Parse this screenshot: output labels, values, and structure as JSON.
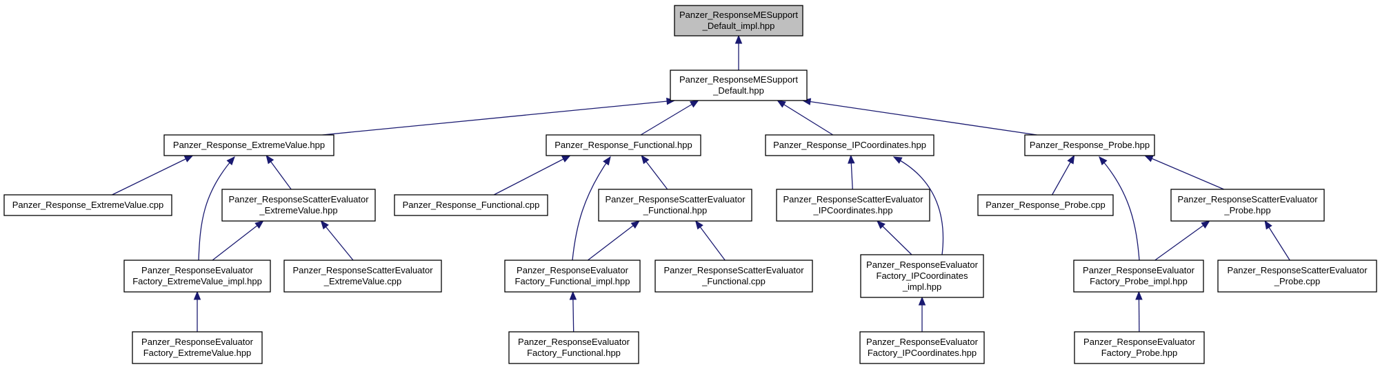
{
  "graph": {
    "type": "include-dependency-graph",
    "colors": {
      "root_fill": "#bfbfbf",
      "node_fill": "#ffffff",
      "edge": "#191970",
      "border": "#000000"
    },
    "nodes": [
      {
        "id": "n0",
        "lines": [
          "Panzer_ResponseMESupport",
          "_Default_impl.hpp"
        ],
        "root": true
      },
      {
        "id": "n1",
        "lines": [
          "Panzer_ResponseMESupport",
          "_Default.hpp"
        ]
      },
      {
        "id": "n2",
        "lines": [
          "Panzer_Response_ExtremeValue.hpp"
        ]
      },
      {
        "id": "n3",
        "lines": [
          "Panzer_Response_Functional.hpp"
        ]
      },
      {
        "id": "n4",
        "lines": [
          "Panzer_Response_IPCoordinates.hpp"
        ]
      },
      {
        "id": "n5",
        "lines": [
          "Panzer_Response_Probe.hpp"
        ]
      },
      {
        "id": "n6",
        "lines": [
          "Panzer_Response_ExtremeValue.cpp"
        ]
      },
      {
        "id": "n7",
        "lines": [
          "Panzer_ResponseScatterEvaluator",
          "_ExtremeValue.hpp"
        ]
      },
      {
        "id": "n8",
        "lines": [
          "Panzer_ResponseEvaluator",
          "Factory_ExtremeValue_impl.hpp"
        ]
      },
      {
        "id": "n9",
        "lines": [
          "Panzer_ResponseScatterEvaluator",
          "_ExtremeValue.cpp"
        ]
      },
      {
        "id": "n10",
        "lines": [
          "Panzer_ResponseEvaluator",
          "Factory_ExtremeValue.hpp"
        ]
      },
      {
        "id": "n11",
        "lines": [
          "Panzer_Response_Functional.cpp"
        ]
      },
      {
        "id": "n12",
        "lines": [
          "Panzer_ResponseScatterEvaluator",
          "_Functional.hpp"
        ]
      },
      {
        "id": "n13",
        "lines": [
          "Panzer_ResponseEvaluator",
          "Factory_Functional_impl.hpp"
        ]
      },
      {
        "id": "n14",
        "lines": [
          "Panzer_ResponseScatterEvaluator",
          "_Functional.cpp"
        ]
      },
      {
        "id": "n15",
        "lines": [
          "Panzer_ResponseEvaluator",
          "Factory_Functional.hpp"
        ]
      },
      {
        "id": "n16",
        "lines": [
          "Panzer_ResponseScatterEvaluator",
          "_IPCoordinates.hpp"
        ]
      },
      {
        "id": "n17",
        "lines": [
          "Panzer_ResponseEvaluator",
          "Factory_IPCoordinates",
          "_impl.hpp"
        ]
      },
      {
        "id": "n18",
        "lines": [
          "Panzer_ResponseEvaluator",
          "Factory_IPCoordinates.hpp"
        ]
      },
      {
        "id": "n19",
        "lines": [
          "Panzer_Response_Probe.cpp"
        ]
      },
      {
        "id": "n20",
        "lines": [
          "Panzer_ResponseScatterEvaluator",
          "_Probe.hpp"
        ]
      },
      {
        "id": "n21",
        "lines": [
          "Panzer_ResponseEvaluator",
          "Factory_Probe_impl.hpp"
        ]
      },
      {
        "id": "n22",
        "lines": [
          "Panzer_ResponseScatterEvaluator",
          "_Probe.cpp"
        ]
      },
      {
        "id": "n23",
        "lines": [
          "Panzer_ResponseEvaluator",
          "Factory_Probe.hpp"
        ]
      }
    ],
    "edges": [
      {
        "from": "n1",
        "to": "n0"
      },
      {
        "from": "n2",
        "to": "n1"
      },
      {
        "from": "n3",
        "to": "n1"
      },
      {
        "from": "n4",
        "to": "n1"
      },
      {
        "from": "n5",
        "to": "n1"
      },
      {
        "from": "n6",
        "to": "n2"
      },
      {
        "from": "n7",
        "to": "n2"
      },
      {
        "from": "n8",
        "to": "n2"
      },
      {
        "from": "n8",
        "to": "n7"
      },
      {
        "from": "n9",
        "to": "n7"
      },
      {
        "from": "n10",
        "to": "n8"
      },
      {
        "from": "n11",
        "to": "n3"
      },
      {
        "from": "n12",
        "to": "n3"
      },
      {
        "from": "n13",
        "to": "n3"
      },
      {
        "from": "n13",
        "to": "n12"
      },
      {
        "from": "n14",
        "to": "n12"
      },
      {
        "from": "n15",
        "to": "n13"
      },
      {
        "from": "n16",
        "to": "n4"
      },
      {
        "from": "n17",
        "to": "n4"
      },
      {
        "from": "n17",
        "to": "n16"
      },
      {
        "from": "n18",
        "to": "n17"
      },
      {
        "from": "n19",
        "to": "n5"
      },
      {
        "from": "n20",
        "to": "n5"
      },
      {
        "from": "n21",
        "to": "n5"
      },
      {
        "from": "n21",
        "to": "n20"
      },
      {
        "from": "n22",
        "to": "n20"
      },
      {
        "from": "n23",
        "to": "n21"
      }
    ]
  }
}
